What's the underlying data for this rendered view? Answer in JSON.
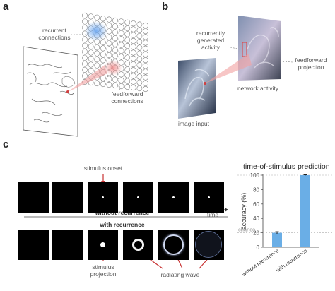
{
  "panels": {
    "a": {
      "letter": "a",
      "recurrent_label": "recurrent\nconnections",
      "feedforward_label": "feedforward\nconnections"
    },
    "b": {
      "letter": "b",
      "recurrent_label": "recurrently\ngenerated\nactivity",
      "feedforward_label": "feedforward\nprojection",
      "network_label": "network activity",
      "input_label": "image input"
    },
    "c": {
      "letter": "c",
      "stimulus_onset_label": "stimulus onset",
      "without_label": "without recurrence",
      "with_label": "with recurrence",
      "time_label": "time",
      "stimulus_projection_label": "stimulus\nprojection",
      "radiating_wave_label": "radiating wave"
    }
  },
  "chart_data": {
    "type": "bar",
    "title": "time-of-stimulus prediction",
    "ylabel": "accuracy (%)",
    "categories": [
      "without recurrence",
      "with recurrence"
    ],
    "values": [
      20,
      100
    ],
    "errors": [
      1.5,
      0.5
    ],
    "ylim": [
      0,
      100
    ],
    "yticks": [
      0,
      20,
      40,
      60,
      80,
      100
    ],
    "chance_level": 20,
    "chance_label": "chance",
    "bar_color": "#6aaee6"
  }
}
